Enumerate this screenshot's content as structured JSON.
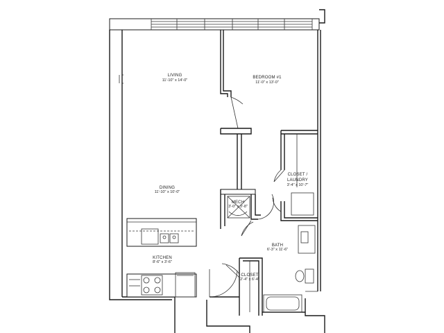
{
  "rooms": {
    "living": {
      "name": "LIVING",
      "dims": "11'-10\" x 14'-0\""
    },
    "bedroom": {
      "name": "BEDROOM #1",
      "dims": "11'-0\" x 13'-0\""
    },
    "dining": {
      "name": "DINING",
      "dims": "11'-10\" x 10'-0\""
    },
    "closet_laundry": {
      "name_line1": "CLOSET /",
      "name_line2": "LAUNDRY",
      "dims": "3'-4\" x 10'-7\""
    },
    "mech": {
      "name": "MECH",
      "dims": "3'-0\" x 3'-8\""
    },
    "bath": {
      "name": "BATH",
      "dims": "6'-3\" x 11'-6\""
    },
    "kitchen": {
      "name": "KITCHEN",
      "dims": "8'-6\" x 3'-6\""
    },
    "closet": {
      "name": "CLOSET",
      "dims": "2'-4\" x 6'-4\""
    }
  }
}
